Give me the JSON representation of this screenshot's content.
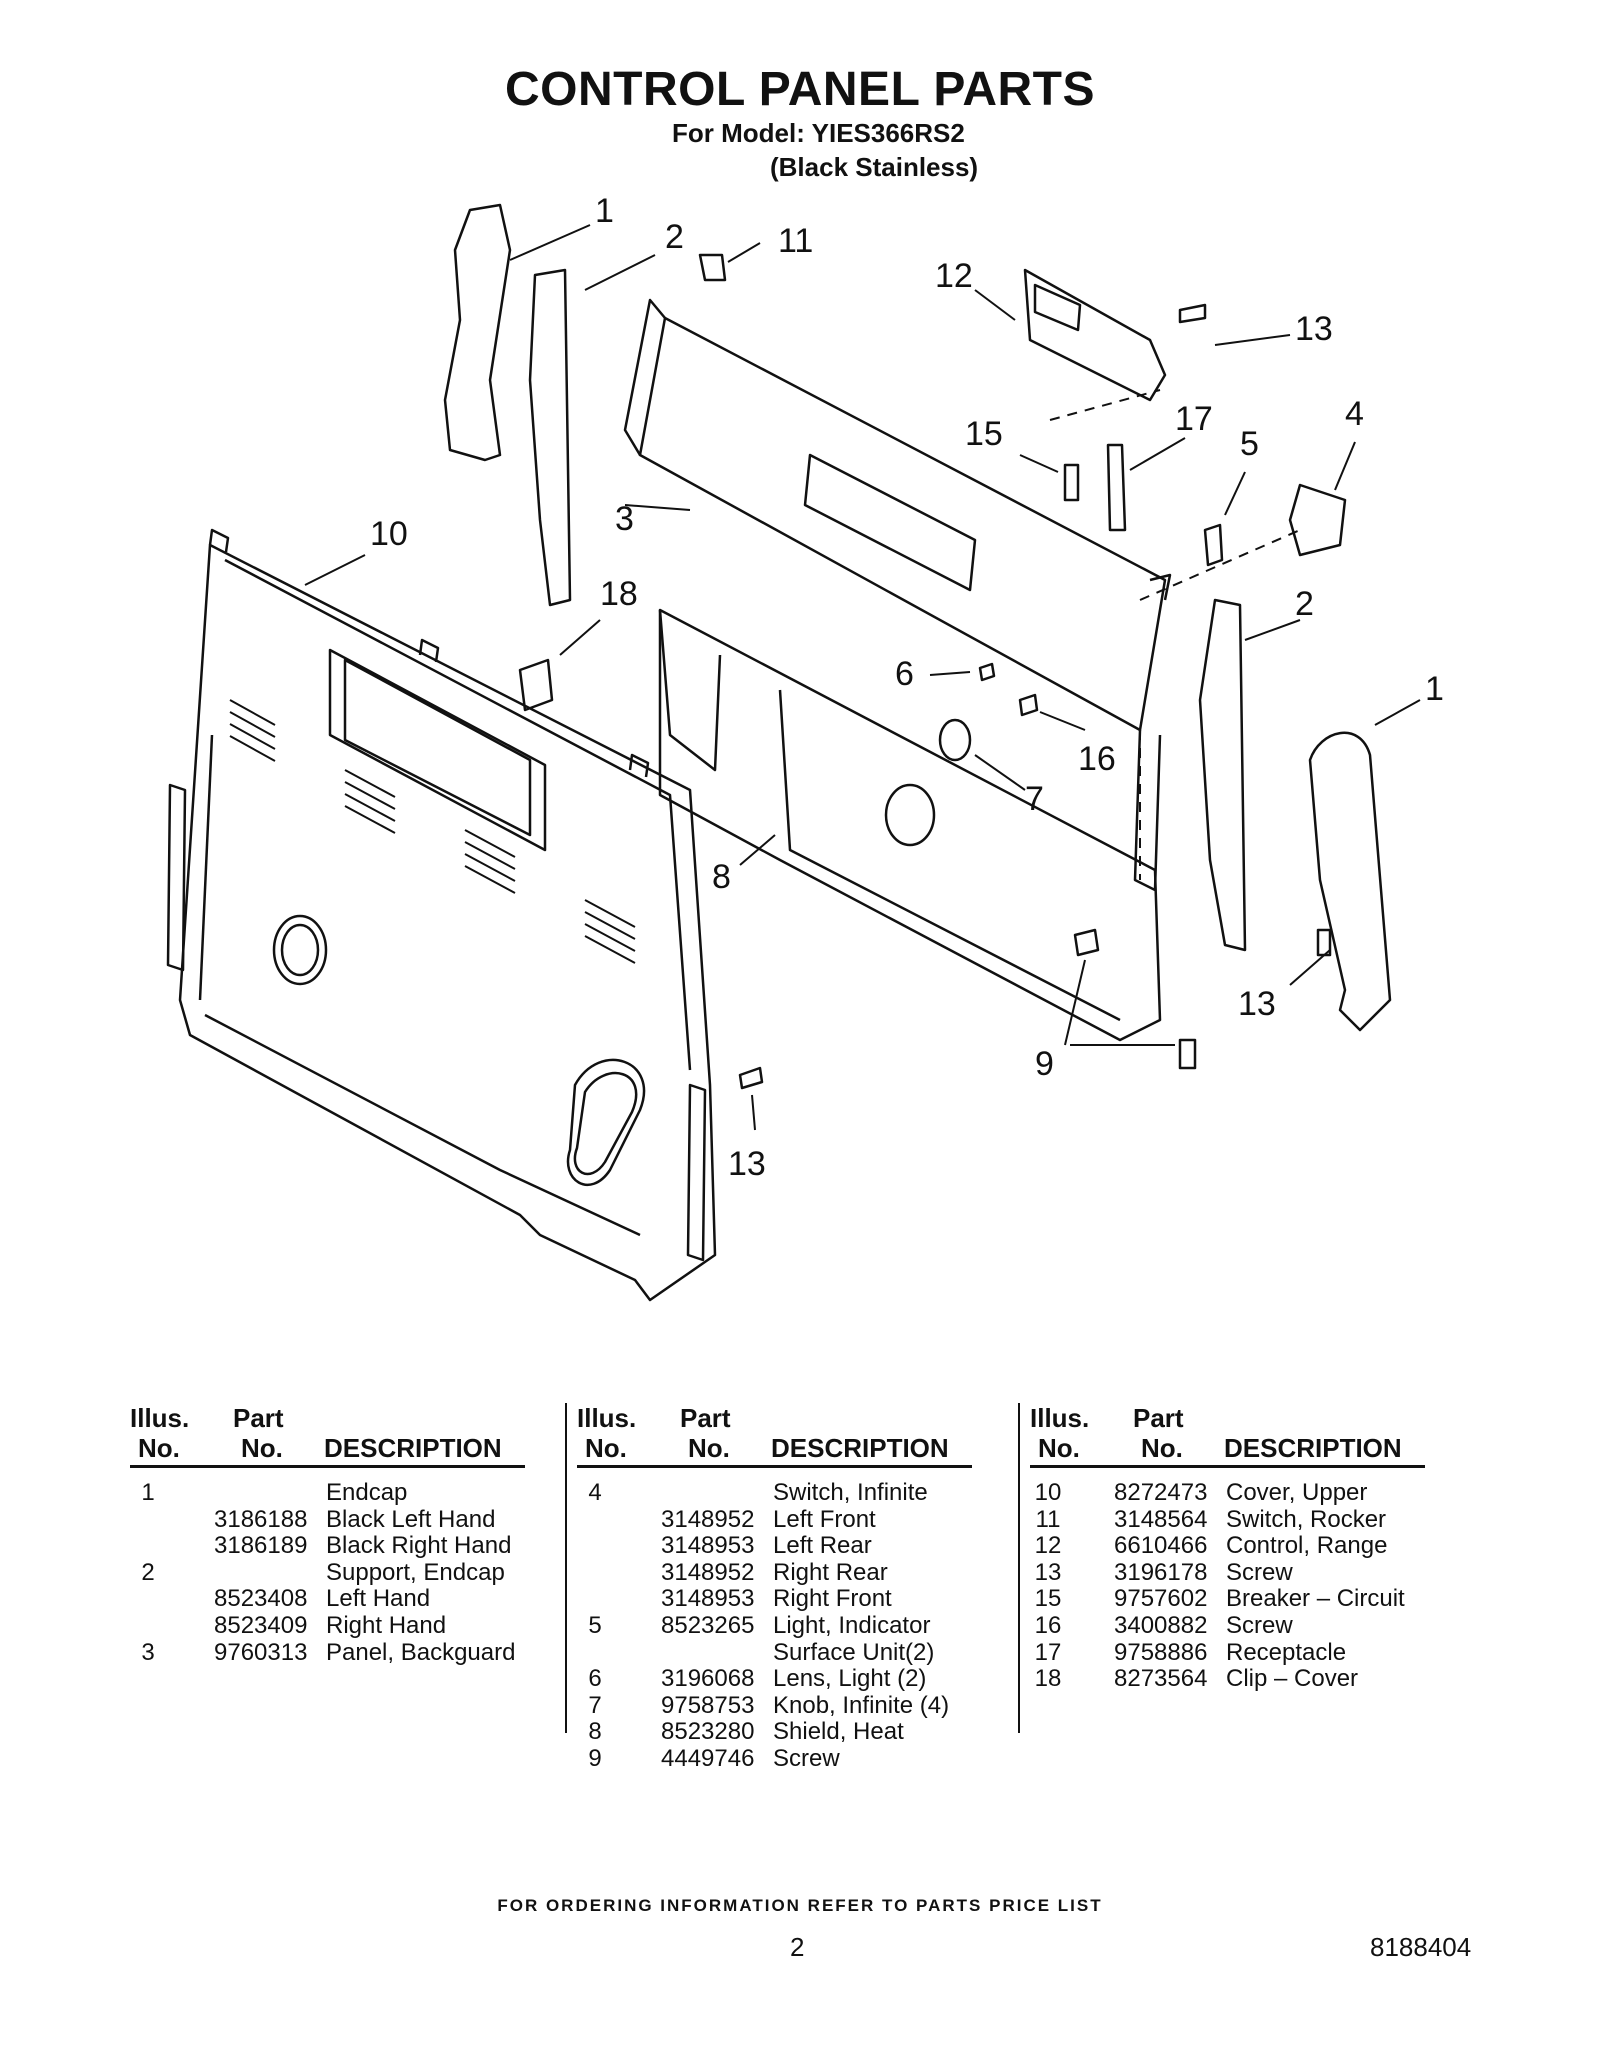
{
  "header": {
    "title": "CONTROL PANEL PARTS",
    "model": "For Model: YIES366RS2",
    "finish": "(Black Stainless)"
  },
  "callouts": [
    "1",
    "2",
    "11",
    "12",
    "13",
    "15",
    "17",
    "4",
    "5",
    "3",
    "10",
    "18",
    "2",
    "6",
    "16",
    "1",
    "7",
    "8",
    "13",
    "9",
    "13"
  ],
  "table": {
    "headers": {
      "illus1": "Illus.",
      "illus2": "No.",
      "part1": "Part",
      "part2": "No.",
      "desc": "DESCRIPTION"
    },
    "columns": [
      [
        {
          "illus": "1",
          "part": "",
          "desc": "Endcap"
        },
        {
          "illus": "",
          "part": "3186188",
          "desc": "Black Left Hand"
        },
        {
          "illus": "",
          "part": "3186189",
          "desc": "Black Right Hand"
        },
        {
          "illus": "2",
          "part": "",
          "desc": "Support, Endcap"
        },
        {
          "illus": "",
          "part": "8523408",
          "desc": "Left Hand"
        },
        {
          "illus": "",
          "part": "8523409",
          "desc": "Right Hand"
        },
        {
          "illus": "3",
          "part": "9760313",
          "desc": "Panel, Backguard"
        }
      ],
      [
        {
          "illus": "4",
          "part": "",
          "desc": "Switch, Infinite"
        },
        {
          "illus": "",
          "part": "3148952",
          "desc": "Left Front"
        },
        {
          "illus": "",
          "part": "3148953",
          "desc": "Left Rear"
        },
        {
          "illus": "",
          "part": "3148952",
          "desc": "Right Rear"
        },
        {
          "illus": "",
          "part": "3148953",
          "desc": "Right Front"
        },
        {
          "illus": "5",
          "part": "8523265",
          "desc": "Light, Indicator"
        },
        {
          "illus": "",
          "part": "",
          "desc": "Surface Unit(2)"
        },
        {
          "illus": "6",
          "part": "3196068",
          "desc": "Lens, Light (2)"
        },
        {
          "illus": "7",
          "part": "9758753",
          "desc": "Knob, Infinite (4)"
        },
        {
          "illus": "8",
          "part": "8523280",
          "desc": "Shield, Heat"
        },
        {
          "illus": "9",
          "part": "4449746",
          "desc": "Screw"
        }
      ],
      [
        {
          "illus": "10",
          "part": "8272473",
          "desc": "Cover, Upper"
        },
        {
          "illus": "11",
          "part": "3148564",
          "desc": "Switch, Rocker"
        },
        {
          "illus": "12",
          "part": "6610466",
          "desc": "Control, Range"
        },
        {
          "illus": "13",
          "part": "3196178",
          "desc": "Screw"
        },
        {
          "illus": "15",
          "part": "9757602",
          "desc": "Breaker – Circuit"
        },
        {
          "illus": "16",
          "part": "3400882",
          "desc": "Screw"
        },
        {
          "illus": "17",
          "part": "9758886",
          "desc": "Receptacle"
        },
        {
          "illus": "18",
          "part": "8273564",
          "desc": "Clip – Cover"
        }
      ]
    ]
  },
  "footer": {
    "note": "FOR ORDERING INFORMATION REFER TO PARTS PRICE LIST",
    "page": "2",
    "doc_number": "8188404"
  }
}
